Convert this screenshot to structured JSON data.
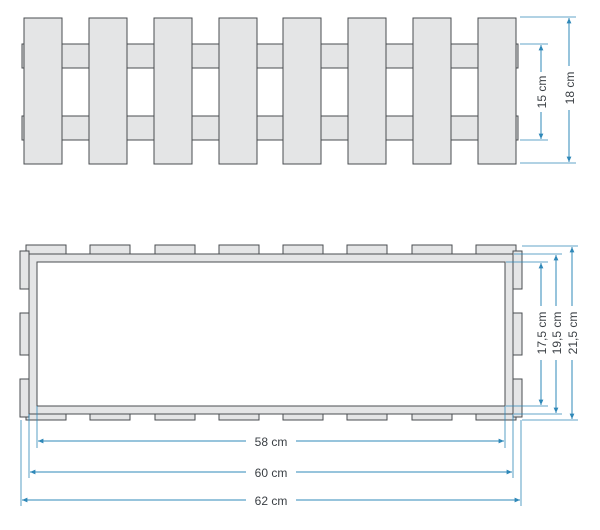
{
  "front_view": {
    "plank_count": 8,
    "rail_count": 2
  },
  "top_view": {
    "slat_count_long_side": 8,
    "slat_count_short_side": 3
  },
  "dimensions": {
    "inner_length": "58 cm",
    "middle_length": "60 cm",
    "outer_length": "62 cm",
    "inner_width": "17,5 cm",
    "middle_width": "19,5 cm",
    "outer_width": "21,5 cm",
    "rail_height": "15 cm",
    "total_height": "18 cm"
  },
  "colors": {
    "wood": "#e4e5e6",
    "outline": "#4a4d50",
    "dimension_line": "#2f88b8"
  }
}
